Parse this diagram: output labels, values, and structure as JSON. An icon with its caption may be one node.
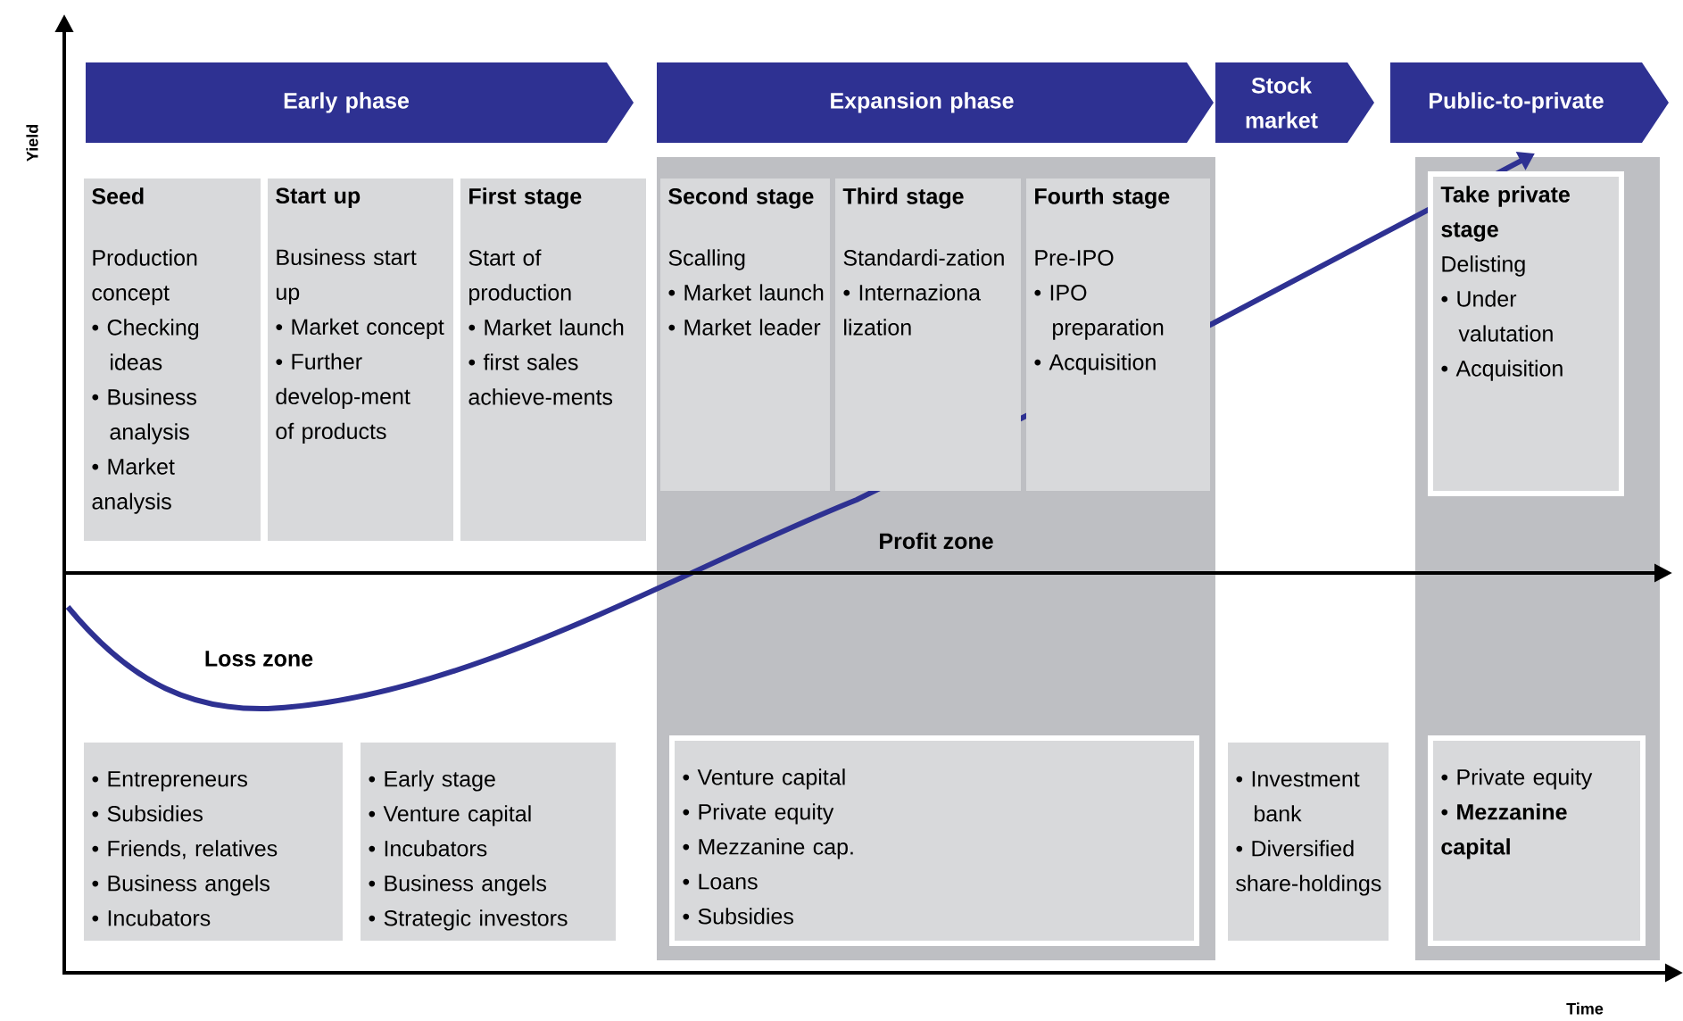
{
  "diagram": {
    "nodes": [
      {
        "text": [
          "Early phase"
        ]
      },
      {
        "text": [
          "Expansion phase"
        ]
      },
      {
        "text": [
          "Stock market"
        ]
      },
      {
        "text": [
          "Public-to-private"
        ]
      },
      {
        "text": [
          "Seed",
          "Production concept",
          "• Checking ideas",
          "• Business analysis",
          "• Market analysis"
        ]
      },
      {
        "text": [
          "Start up",
          "Business start up",
          "• Market concept",
          "• Further develop-ment of products"
        ]
      },
      {
        "text": [
          "First stage",
          "Start of production",
          "• Market launch",
          "• first sales achieve-ments"
        ]
      },
      {
        "text": [
          "Profit zone"
        ]
      },
      {
        "text": [
          "Second stage",
          "Scalling",
          "• Market launch",
          "• Market leader"
        ],
        "in": 7
      },
      {
        "text": [
          "Third stage",
          "Standardi-zation",
          "• Internaziona lization"
        ],
        "in": 7
      },
      {
        "text": [
          "Fourth stage",
          "Pre-IPO",
          "• IPO preparation",
          "• Acquisition"
        ],
        "in": 7
      },
      {
        "text": [],
        "shape": "box"
      },
      {
        "text": [
          "Take private stage",
          "Delisting",
          "• Under valutation",
          "• Acquisition"
        ],
        "in": 11
      },
      {
        "text": [
          "• Entrepreneurs",
          "• Subsidies",
          "• Friends, relatives",
          "• Business angels",
          "• Incubators"
        ]
      },
      {
        "text": [
          "• Early stage",
          "• Venture capital",
          "• Incubators",
          "• Business angels",
          "• Strategic investors"
        ]
      },
      {
        "text": [
          "• Venture capital",
          "• Private equity",
          "• Mezzanine cap.",
          "• Loans",
          "• Subsidies"
        ],
        "in": 7
      },
      {
        "text": [
          "• Investment bank",
          "• Diversified share-holdings"
        ]
      },
      {
        "text": [
          "• Private equity",
          "• **Mezzanine capital**"
        ],
        "in": 11
      }
    ],
    "labels": [
      "Yield",
      "Loss zone",
      "Time"
    ]
  }
}
